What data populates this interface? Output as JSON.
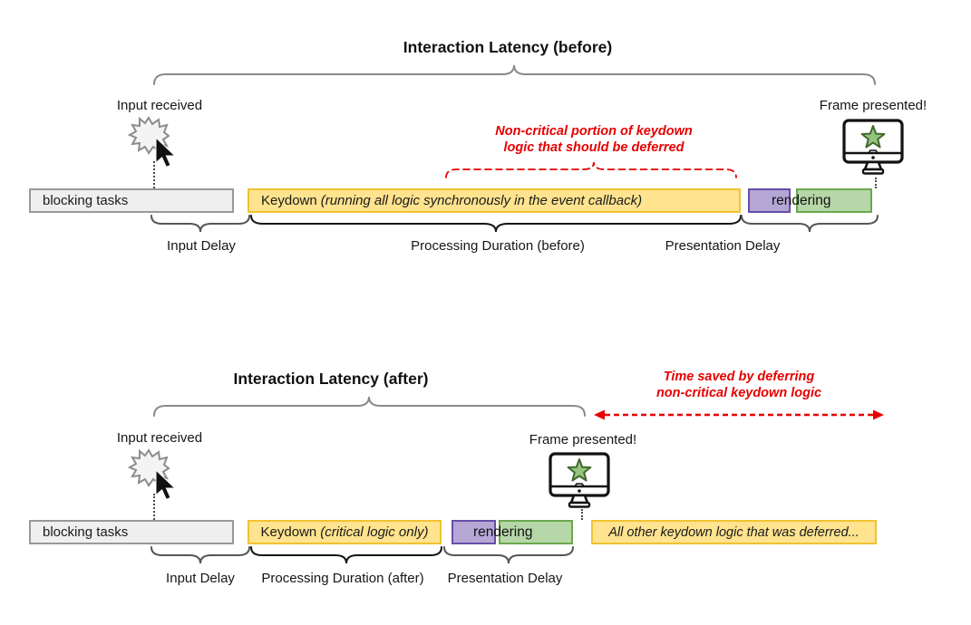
{
  "colors": {
    "task_yellow_fill": "#FFE38F",
    "task_yellow_border": "#F1C232",
    "purple_fill": "#B4A7D6",
    "purple_border": "#674EA7",
    "green_fill": "#B6D7A8",
    "green_border": "#6AA84F",
    "gray_fill": "#EFEFEF",
    "gray_border": "#999999",
    "annotation_red": "#E60000",
    "star_green": "#93C47D"
  },
  "before": {
    "title": "Interaction Latency (before)",
    "input_received": "Input received",
    "frame_presented": "Frame presented!",
    "note_line1": "Non-critical portion of keydown",
    "note_line2": "logic that should be deferred",
    "bars": {
      "blocking": "blocking tasks",
      "keydown_prefix": "Keydown",
      "keydown_detail": "(running all logic synchronously in the event callback)",
      "rendering": "rendering"
    },
    "spans": {
      "input_delay": "Input Delay",
      "processing": "Processing Duration (before)",
      "presentation": "Presentation Delay"
    }
  },
  "after": {
    "title": "Interaction Latency (after)",
    "input_received": "Input received",
    "frame_presented": "Frame presented!",
    "note_line1": "Time saved by deferring",
    "note_line2": "non-critical keydown logic",
    "bars": {
      "blocking": "blocking tasks",
      "keydown_prefix": "Keydown",
      "keydown_detail": "(critical logic only)",
      "rendering": "rendering",
      "deferred": "All other keydown logic that was deferred..."
    },
    "spans": {
      "input_delay": "Input Delay",
      "processing": "Processing Duration (after)",
      "presentation": "Presentation Delay"
    }
  }
}
